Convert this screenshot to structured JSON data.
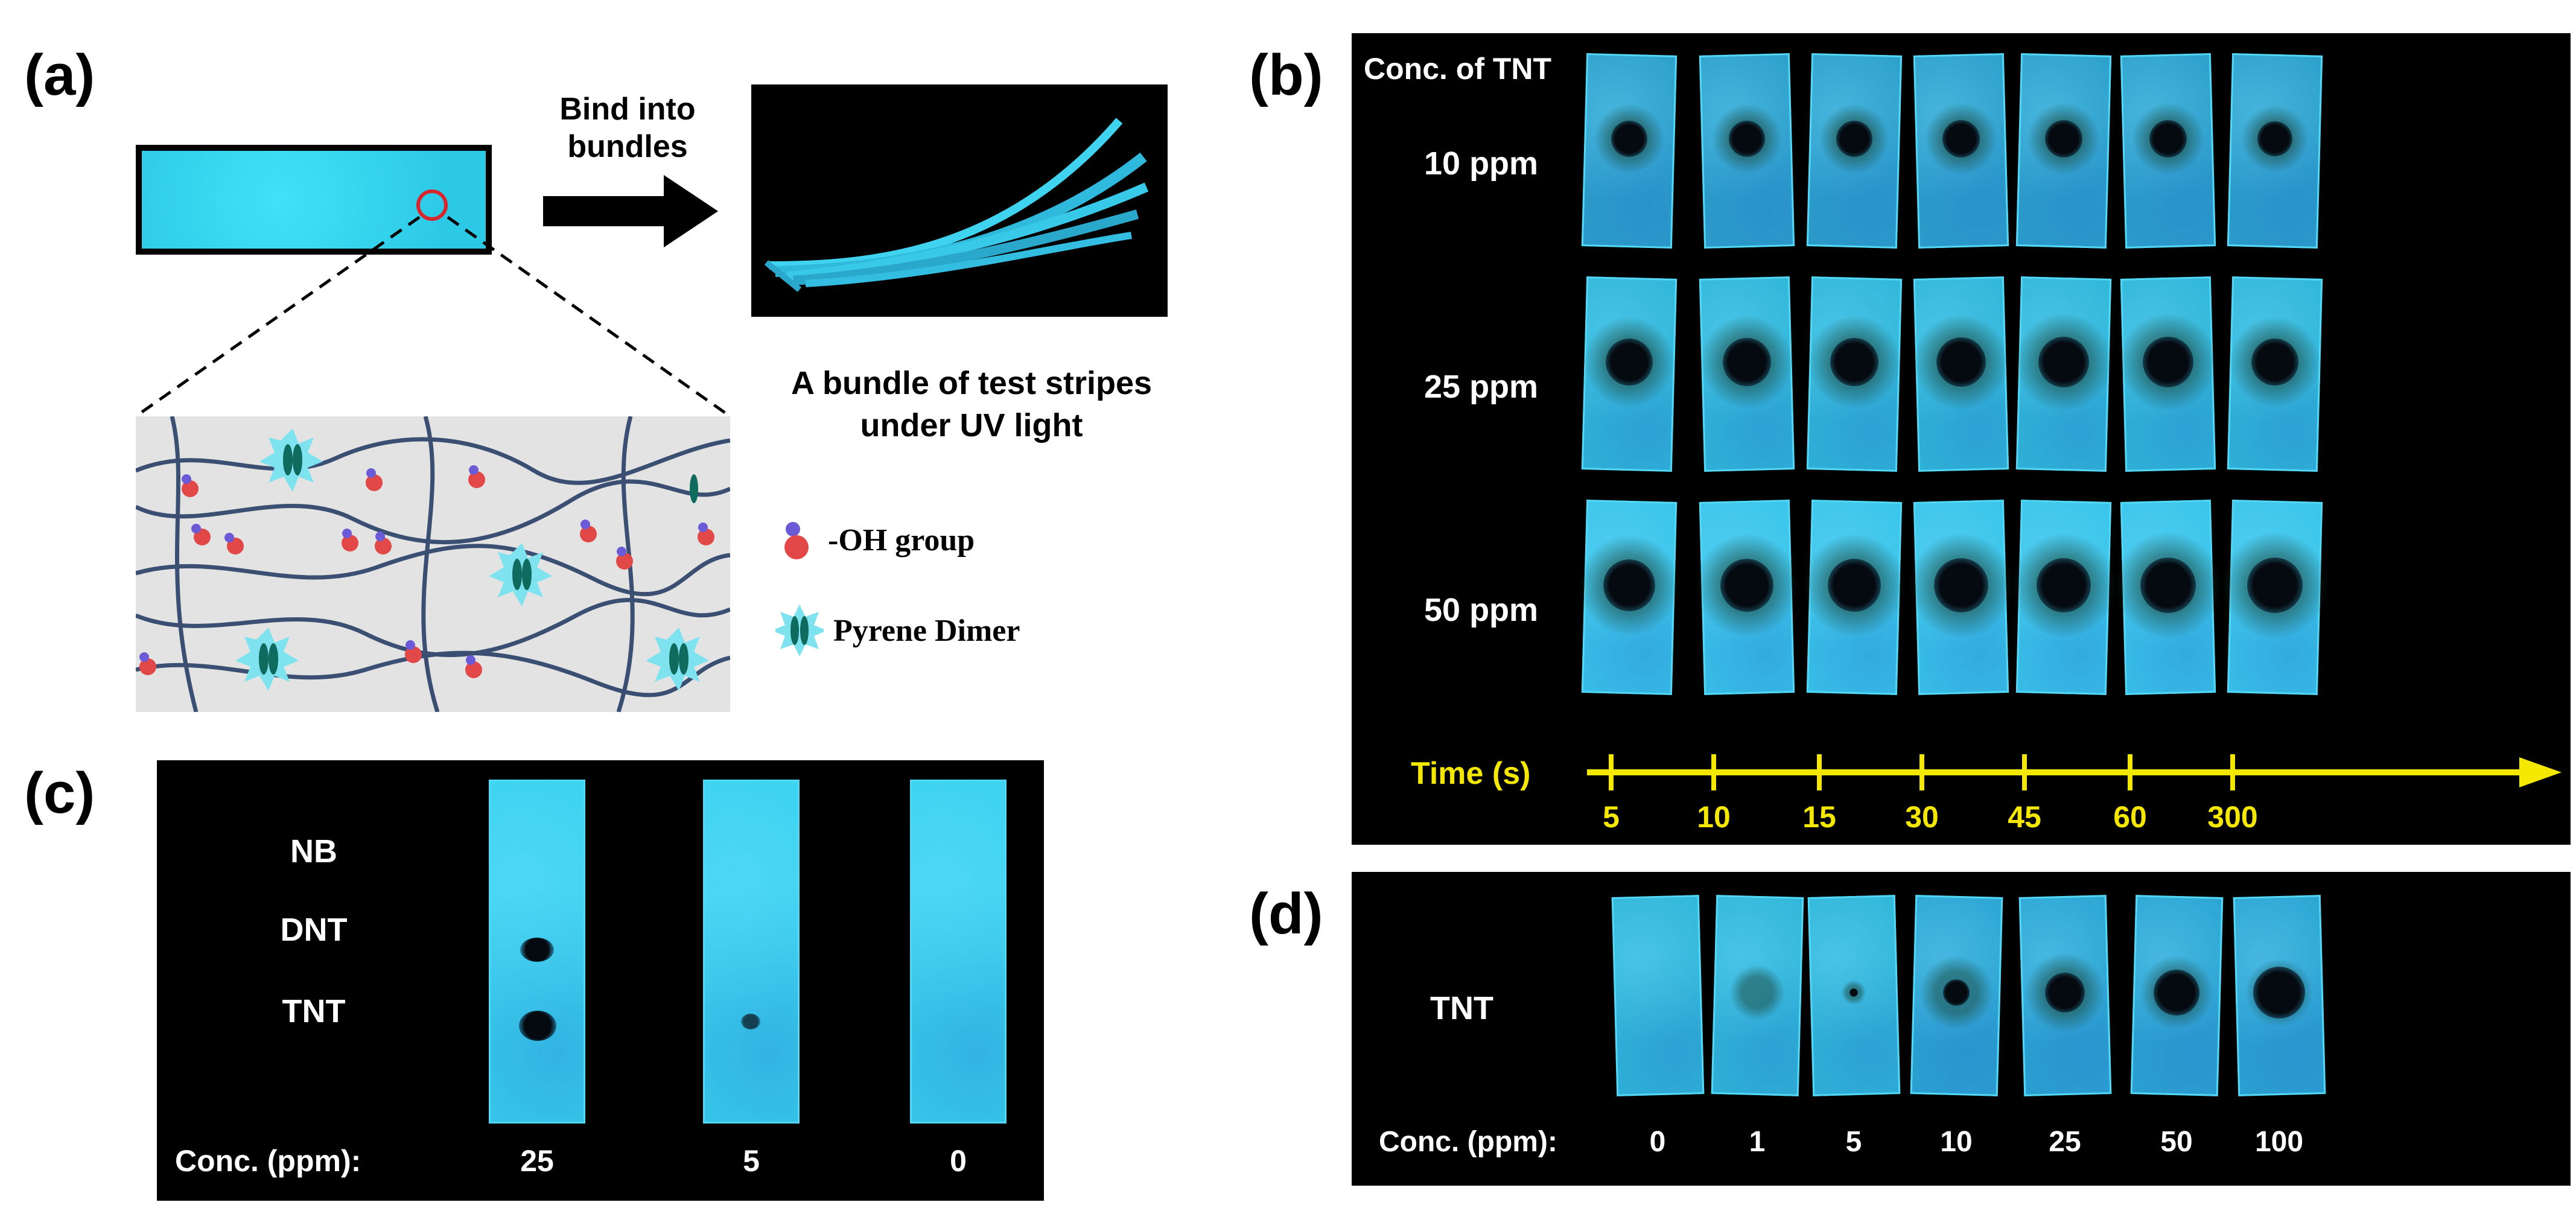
{
  "panels": {
    "a": {
      "label": "(a)",
      "arrow_text_line1": "Bind into",
      "arrow_text_line2": "bundles",
      "caption_line1": "A bundle of test stripes",
      "caption_line2": "under UV light",
      "legend": [
        {
          "icon": "oh-group-icon",
          "label": "-OH group"
        },
        {
          "icon": "pyrene-dimer-icon",
          "label": "Pyrene Dimer"
        }
      ]
    },
    "b": {
      "label": "(b)",
      "header": "Conc. of TNT",
      "rows": [
        "10 ppm",
        "25 ppm",
        "50 ppm"
      ],
      "time_label": "Time (s)",
      "times": [
        "5",
        "10",
        "15",
        "30",
        "45",
        "60",
        "300"
      ]
    },
    "c": {
      "label": "(c)",
      "analytes": [
        "NB",
        "DNT",
        "TNT"
      ],
      "conc_label": "Conc. (ppm):",
      "concs": [
        "25",
        "5",
        "0"
      ]
    },
    "d": {
      "label": "(d)",
      "analyte": "TNT",
      "conc_label": "Conc. (ppm):",
      "concs": [
        "0",
        "1",
        "5",
        "10",
        "25",
        "50",
        "100"
      ]
    }
  },
  "colors": {
    "fluorescence": "#2fb6d9",
    "strip_bright": "#37d6f4",
    "time_axis": "#f4e800",
    "background_dark": "#000000"
  }
}
